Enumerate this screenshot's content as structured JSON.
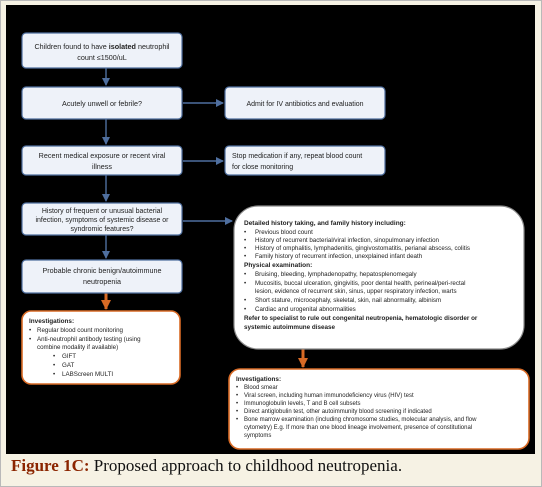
{
  "colors": {
    "canvas": "#000000",
    "blue_box_fill": "#eef2f9",
    "blue_box_border": "#4f6f9f",
    "blue_arrow": "#4f6f9f",
    "orange_box_border": "#d86a25",
    "orange_arrow": "#d86a25",
    "gray_box_border": "#8a8a8a",
    "caption_label": "#8b2500"
  },
  "flowchart": {
    "box_isolated_pre": "Children found to have ",
    "box_isolated_bold": "isolated",
    "box_isolated_post": " neutrophil",
    "box_isolated_line2": "count ≤1500/uL",
    "box_unwell": "Acutely unwell or febrile?",
    "box_admit": "Admit for IV antibiotics and evaluation",
    "box_exposure_line1": "Recent medical exposure or recent viral",
    "box_exposure_line2": "illness",
    "box_stop_line1": "Stop medication if any, repeat blood count",
    "box_stop_line2": "for close monitoring",
    "box_history_line1": "History of frequent or unusual bacterial",
    "box_history_line2": "infection, symptoms of systemic disease or",
    "box_history_line3": "syndromic features?",
    "box_benign_line1": "Probable chronic benign/autoimmune",
    "box_benign_line2": "neutropenia",
    "detailed": {
      "title": "Detailed history taking, and family history including:",
      "history_items": [
        "Previous blood count",
        "History of recurrent bacterial/viral infection, sinopulmonary infection",
        "History of omphalitis, lymphadenitis, gingivostomatitis, perianal abscess, colitis",
        "Family history of recurrent infection, unexplained infant death"
      ],
      "exam_title": "Physical examination:",
      "exam_items": [
        "Bruising, bleeding, lymphadenopathy, hepatosplenomegaly",
        "Mucositis, buccal ulceration, gingivitis, poor dental health, perineal/peri-rectal",
        "lesion, evidence of recurrent skin, sinus, upper respiratory infection, warts",
        "Short stature, microcephaly, skeletal, skin, nail abnormality, albinism",
        "Cardiac and urogenital abnormalities"
      ],
      "refer_line1": "Refer to specialist to rule out congenital neutropenia, hematologic disorder  or",
      "refer_line2": "systemic autoimmune disease"
    },
    "investigations_left": {
      "title": "Investigations:",
      "items": [
        "Regular blood count monitoring",
        "Anti-neutrophil antibody testing (using",
        "combine modality if available)"
      ],
      "subitems": [
        "GIFT",
        "GAT",
        "LABScreen MULTI"
      ]
    },
    "investigations_right": {
      "title": "Investigations:",
      "items": [
        "Blood smear",
        "Viral screen, including human immunodeficiency virus (HIV) test",
        "Immunoglobulin levels, T and B cell subsets",
        "Direct antiglobulin test, other autoimmunity blood screening if indicated",
        "Bone marrow examination (including chromosome studies, molecular analysis, and flow",
        "cytometry) E.g. If more than one blood lineage involvement, presence of constitutional",
        "symptoms"
      ]
    }
  },
  "caption": {
    "label": "Figure 1C:",
    "text": " Proposed approach to childhood neutropenia."
  }
}
